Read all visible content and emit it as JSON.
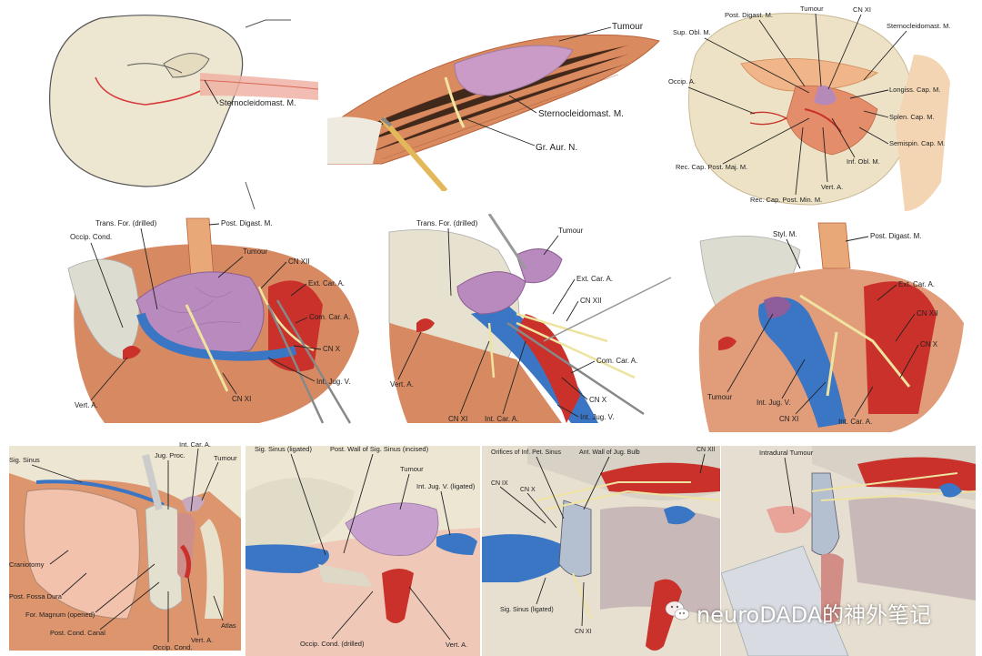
{
  "colors": {
    "bone": "#e9e1c8",
    "muscle": "#d9875c",
    "muscle_dark": "#b9603b",
    "tumour": "#b58ab8",
    "vein": "#3a76c4",
    "artery": "#c9312a",
    "nerve": "#efe3a0",
    "dura": "#f2c2ad",
    "leader": "#222222"
  },
  "panels": [
    {
      "id": "p1",
      "labels": [
        "Sternocleidomast. M."
      ]
    },
    {
      "id": "p2",
      "labels": [
        "Tumour",
        "Sternocleidomast. M.",
        "Gr. Aur. N."
      ]
    },
    {
      "id": "p3",
      "labels": [
        "Post. Digast. M.",
        "Tumour",
        "CN XI",
        "Sternocleidomast. M.",
        "Sup. Obl. M.",
        "Occip. A.",
        "Longiss. Cap. M.",
        "Splen. Cap. M.",
        "Semispin. Cap. M.",
        "Inf. Obl. M.",
        "Vert. A.",
        "Rec. Cap. Post. Maj. M.",
        "Rec. Cap. Post. Min. M."
      ]
    },
    {
      "id": "p4",
      "labels": [
        "Trans. For. (drilled)",
        "Post. Digast. M.",
        "Occip. Cond.",
        "Tumour",
        "CN XII",
        "Ext. Car. A.",
        "Com. Car. A.",
        "CN X",
        "Int. Jug. V.",
        "CN XI",
        "Vert. A."
      ]
    },
    {
      "id": "p5",
      "labels": [
        "Trans. For. (drilled)",
        "Tumour",
        "Ext. Car. A.",
        "CN XII",
        "Com. Car. A.",
        "CN X",
        "Int. Jug. V.",
        "Int. Car. A.",
        "CN XI",
        "Vert. A."
      ]
    },
    {
      "id": "p6",
      "labels": [
        "Styl. M.",
        "Post. Digast. M.",
        "Ext. Car. A.",
        "CN XII",
        "CN X",
        "Tumour",
        "Int. Jug. V.",
        "CN XI",
        "Int. Car. A."
      ]
    },
    {
      "id": "p7",
      "labels": [
        "Int. Car. A.",
        "Sig. Sinus",
        "Jug. Proc.",
        "Tumour",
        "Craniotomy",
        "Post. Fossa Dura",
        "For. Magnum (opened)",
        "Post. Cond. Canal",
        "Occip. Cond.",
        "Vert. A.",
        "Atlas"
      ]
    },
    {
      "id": "p8",
      "labels": [
        "Sig. Sinus (ligated)",
        "Post. Wall of Sig. Sinus (incised)",
        "Tumour",
        "Int. Jug. V. (ligated)",
        "Occip. Cond. (drilled)",
        "Vert. A."
      ]
    },
    {
      "id": "p9",
      "labels": [
        "Orifices of Inf. Pet. Sinus",
        "Ant. Wall of Jug. Bulb",
        "CN XII",
        "CN IX",
        "CN X",
        "Sig. Sinus (ligated)",
        "CN XI"
      ]
    },
    {
      "id": "p10",
      "labels": [
        "Intradural Tumour"
      ]
    }
  ],
  "watermark": {
    "text": "neuroDADA的神外笔记",
    "icon": "wechat-logo-icon"
  }
}
